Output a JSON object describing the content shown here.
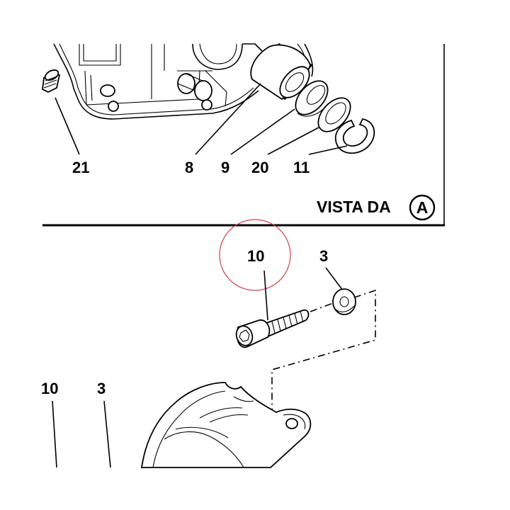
{
  "view_label": {
    "text": "VISTA DA",
    "circled_letter": "A"
  },
  "callouts_top": {
    "c21": "21",
    "c8": "8",
    "c9": "9",
    "c20": "20",
    "c11": "11"
  },
  "callouts_middle": {
    "c10": "10",
    "c3": "3"
  },
  "callouts_bottom": {
    "c10_cut": "10",
    "c3": "3"
  },
  "highlight": {
    "color": "#c9434b",
    "target_callout": "10"
  }
}
